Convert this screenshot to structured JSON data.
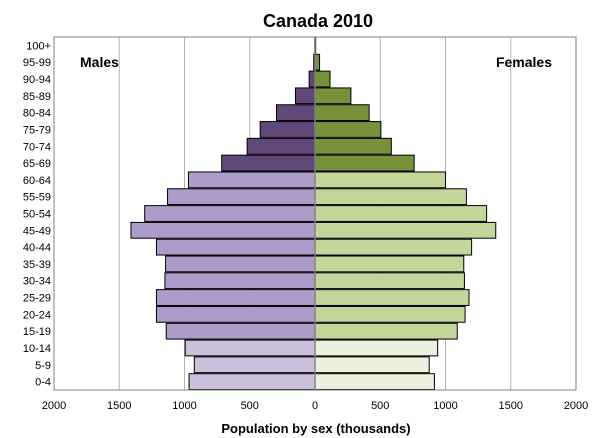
{
  "chart_data": {
    "type": "bar",
    "orientation": "horizontal",
    "title": "Canada 2010",
    "xlabel": "Population by sex (thousands)",
    "ylabel": "",
    "xlim": [
      -2000,
      2000
    ],
    "x_ticks": [
      -2000,
      -1500,
      -1000,
      -500,
      0,
      500,
      1000,
      1500,
      2000
    ],
    "x_tick_labels": [
      "2000",
      "1500",
      "1000",
      "500",
      "0",
      "500",
      "1000",
      "1500",
      "2000"
    ],
    "grid": true,
    "categories": [
      "0-4",
      "5-9",
      "10-14",
      "15-19",
      "20-24",
      "25-29",
      "30-34",
      "35-39",
      "40-44",
      "45-49",
      "50-54",
      "55-59",
      "60-64",
      "65-69",
      "70-74",
      "75-79",
      "80-84",
      "85-89",
      "90-94",
      "95-99",
      "100+"
    ],
    "series": [
      {
        "name": "Males",
        "side": "left",
        "values": [
          965,
          925,
          995,
          1140,
          1215,
          1215,
          1150,
          1145,
          1215,
          1410,
          1305,
          1130,
          970,
          715,
          520,
          420,
          295,
          150,
          45,
          10,
          1
        ],
        "colors": {
          "young": "#ccc0dc",
          "working": "#ad9cc9",
          "old": "#60497a"
        }
      },
      {
        "name": "Females",
        "side": "right",
        "values": [
          915,
          875,
          940,
          1090,
          1150,
          1180,
          1145,
          1140,
          1200,
          1385,
          1315,
          1160,
          1000,
          760,
          585,
          505,
          415,
          275,
          115,
          35,
          5
        ],
        "colors": {
          "young": "#ebf1de",
          "working": "#c4d79b",
          "old": "#76933c"
        }
      }
    ],
    "color_groups": {
      "young": [
        0,
        1,
        2
      ],
      "working": [
        3,
        4,
        5,
        6,
        7,
        8,
        9,
        10,
        11,
        12
      ],
      "old": [
        13,
        14,
        15,
        16,
        17,
        18,
        19,
        20
      ]
    },
    "edge_color": "#000000",
    "grid_color": "#b3b3b3"
  }
}
